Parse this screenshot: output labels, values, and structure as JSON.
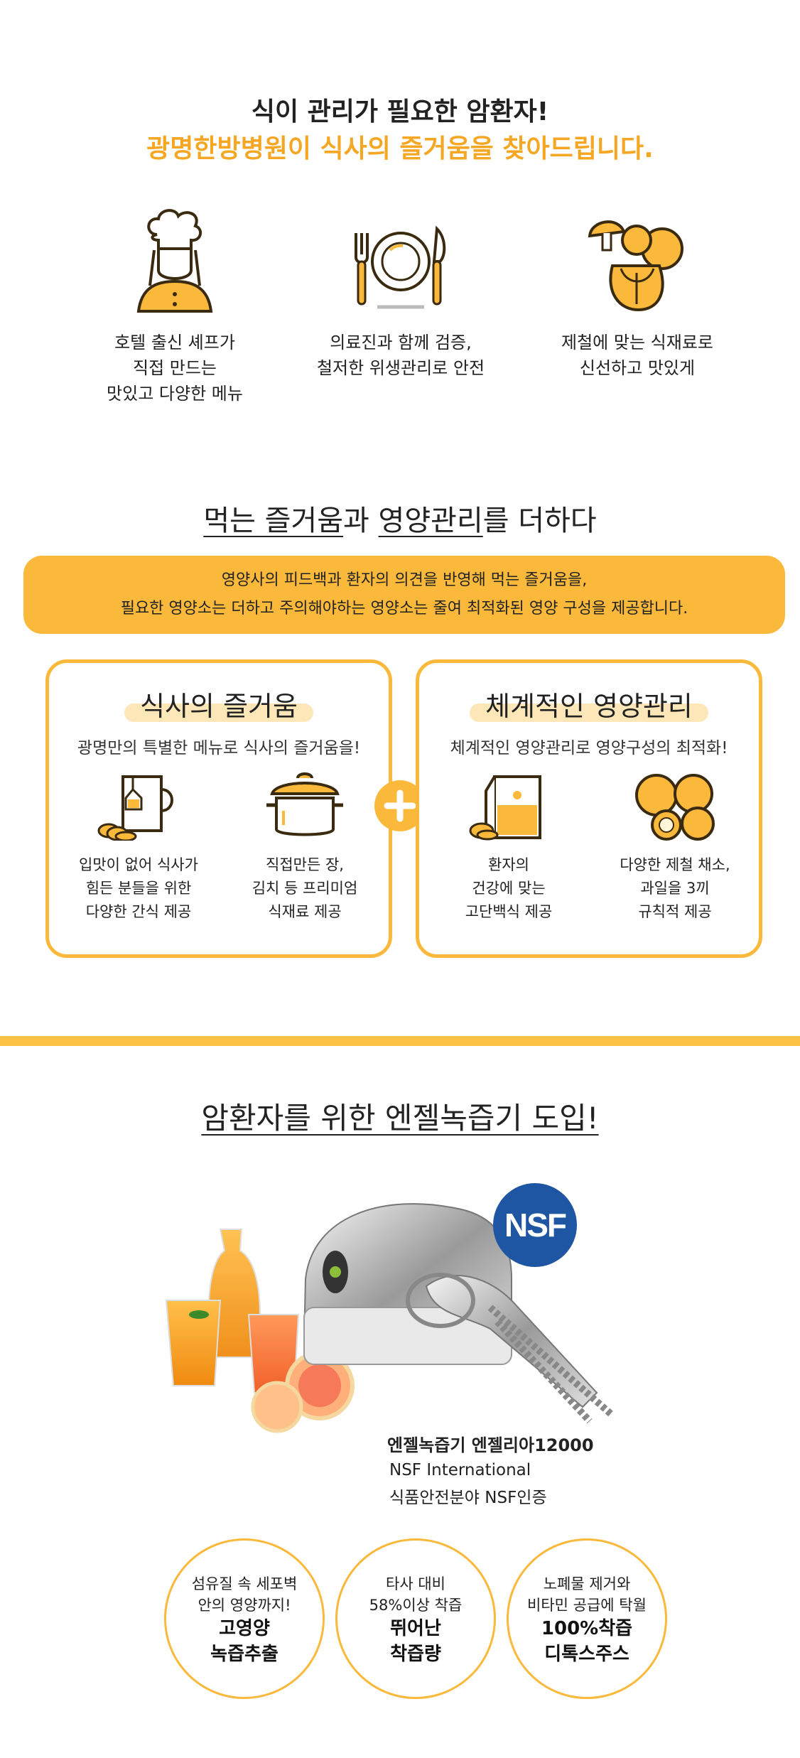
{
  "intro": {
    "title_line1": "식이 관리가 필요한 암환자!",
    "title_line2": "광명한방병원이 식사의 즐거움을 찾아드립니다.",
    "features": [
      {
        "icon": "chef-icon",
        "caption": "호텔 출신 셰프가\n직접 만드는\n맛있고 다양한 메뉴"
      },
      {
        "icon": "fork-plate-knife-icon",
        "caption": "의료진과 함께 검증,\n철저한 위생관리로 안전"
      },
      {
        "icon": "fresh-ingredients-icon",
        "caption": "제철에 맞는 식재료로\n신선하고 맛있게"
      }
    ]
  },
  "nutrition": {
    "title_part1": "먹는 즐거움",
    "title_part2": "과 ",
    "title_part3": "영양관리",
    "title_part4": "를 더하다",
    "banner_line1": "영양사의 피드백과 환자의 의견을 반영해 먹는 즐거움을,",
    "banner_line2": "필요한 영양소는 더하고 주의해야하는 영양소는 줄여 최적화된 영양 구성을 제공합니다.",
    "cards": [
      {
        "title": "식사의 즐거움",
        "subtitle": "광명만의 특별한 메뉴로 식사의 즐거움을!",
        "items": [
          {
            "icon": "tea-snack-icon",
            "caption": "입맛이 없어 식사가\n힘든 분들을 위한\n다양한 간식 제공"
          },
          {
            "icon": "pot-icon",
            "caption": "직접만든 장,\n김치 등 프리미엄\n식재료 제공"
          }
        ]
      },
      {
        "title": "체계적인 영양관리",
        "subtitle": "체계적인 영양관리로 영양구성의 최적화!",
        "items": [
          {
            "icon": "milk-carton-icon",
            "caption": "환자의\n건강에 맞는\n고단백식 제공"
          },
          {
            "icon": "fruits-icon",
            "caption": "다양한 제철 채소,\n과일을 3끼\n규칙적 제공"
          }
        ]
      }
    ]
  },
  "juicer": {
    "title": "암환자를 위한 엔젤녹즙기 도입!",
    "badge": "NSF",
    "product_name": "엔젤녹즙기 엔젤리아12000",
    "desc_line1": "NSF International",
    "desc_line2": "식품안전분야 NSF인증",
    "benefits": [
      {
        "line1": "섬유질 속 세포벽",
        "line2": "안의 영양까지!",
        "bold1": "고영양",
        "bold2": "녹즙추출"
      },
      {
        "line1": "타사 대비",
        "line2": "58%이상 착즙",
        "bold1": "뛰어난",
        "bold2": "착즙량"
      },
      {
        "line1": "노폐물 제거와",
        "line2": "비타민 공급에 탁월",
        "bold1": "100%착즙",
        "bold2": "디톡스주스"
      }
    ]
  },
  "colors": {
    "accent": "#fbb93b",
    "accent_text": "#f5a623",
    "icon_stroke": "#3a2a10"
  }
}
